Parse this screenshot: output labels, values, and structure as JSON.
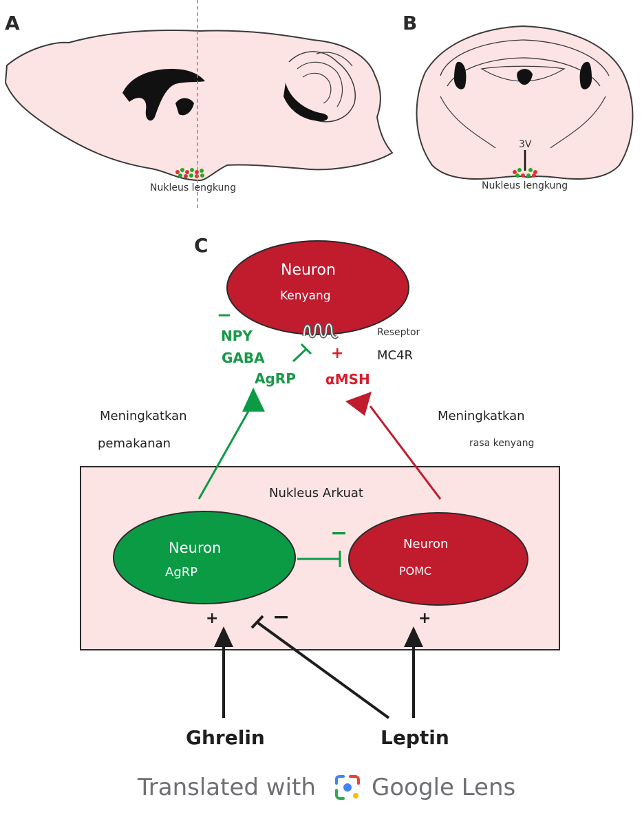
{
  "panels": {
    "a": "A",
    "b": "B",
    "c": "C"
  },
  "panel_a": {
    "nucleus_label": "Nukleus lengkung"
  },
  "panel_b": {
    "ventricle_label": "3V",
    "nucleus_label": "Nukleus lengkung"
  },
  "panel_c": {
    "satiety_neuron": {
      "line1": "Neuron",
      "line2": "Kenyang"
    },
    "inhibit_sign": "−",
    "npy": "NPY",
    "gaba": "GABA",
    "agrp_signal": "AgRP",
    "excite_sign": "+",
    "amsh": "αMSH",
    "receptor_label": "Reseptor",
    "receptor_name": "MC4R",
    "left_effect": {
      "line1": "Meningkatkan",
      "line2": "pemakanan"
    },
    "right_effect": {
      "line1": "Meningkatkan",
      "line2": "rasa kenyang"
    },
    "arcuate_label": "Nukleus Arkuat",
    "agrp_neuron": {
      "line1": "Neuron",
      "line2": "AgRP"
    },
    "pomc_neuron": {
      "line1": "Neuron",
      "line2": "POMC"
    },
    "mutual_inhibit_sign": "−",
    "ghrelin_sign": "+",
    "leptin_agrp_sign": "−",
    "leptin_pomc_sign": "+",
    "ghrelin": "Ghrelin",
    "leptin": "Leptin"
  },
  "footer": {
    "prefix": "Translated with",
    "brand": "Google Lens"
  },
  "colors": {
    "green": "#0b9b45",
    "red": "#c11b2e",
    "tissue": "#fbe4e3",
    "outline": "#3a3a3a"
  }
}
